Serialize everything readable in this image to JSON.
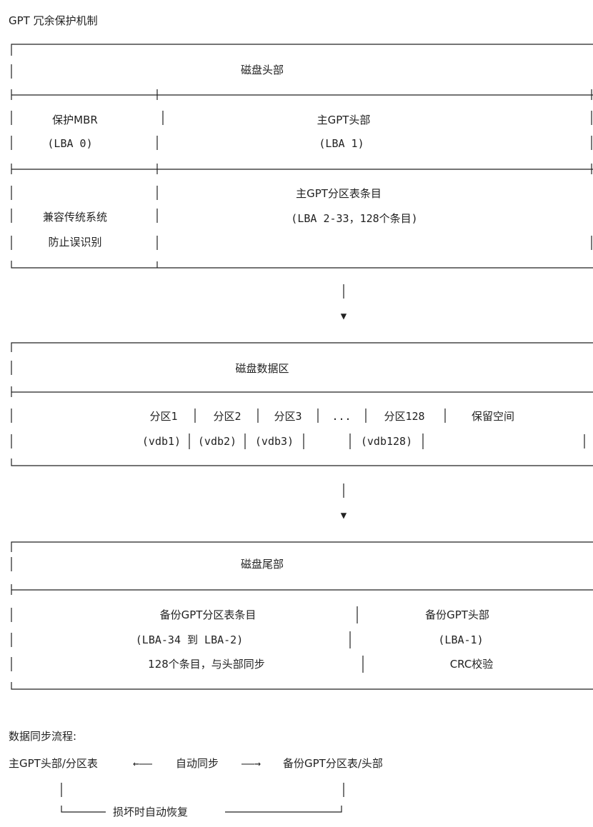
{
  "title": "GPT 冗余保护机制",
  "header_section": {
    "title": "磁盘头部",
    "protective_mbr": {
      "label": "保护MBR",
      "lba": "(LBA 0)"
    },
    "primary_header": {
      "label": "主GPT头部",
      "lba": "(LBA 1)"
    },
    "compat_note": [
      "兼容传统系统",
      "防止误识别"
    ],
    "primary_entries": {
      "label": "主GPT分区表条目",
      "lba": "(LBA 2-33，128个条目)"
    }
  },
  "data_section": {
    "title": "磁盘数据区",
    "partitions": [
      {
        "name": "分区1",
        "dev": "(vdb1)"
      },
      {
        "name": "分区2",
        "dev": "(vdb2)"
      },
      {
        "name": "分区3",
        "dev": "(vdb3)"
      },
      {
        "name": "...",
        "dev": ""
      },
      {
        "name": "分区128",
        "dev": "(vdb128)"
      }
    ],
    "reserved": "保留空间"
  },
  "tail_section": {
    "title": "磁盘尾部",
    "backup_entries": {
      "label": "备份GPT分区表条目",
      "lba": "(LBA-34 到 LBA-2)",
      "note": "128个条目，与头部同步"
    },
    "backup_header": {
      "label": "备份GPT头部",
      "lba": "(LBA-1)",
      "note": "CRC校验"
    }
  },
  "sync_flow": {
    "title": "数据同步流程:",
    "source": "主GPT头部/分区表",
    "arrow_left": "←——",
    "auto_sync": "自动同步",
    "arrow_right": "——→",
    "target": "备份GPT分区表/头部",
    "recovery": "损坏时自动恢复"
  },
  "arrow_glyph": "▼"
}
